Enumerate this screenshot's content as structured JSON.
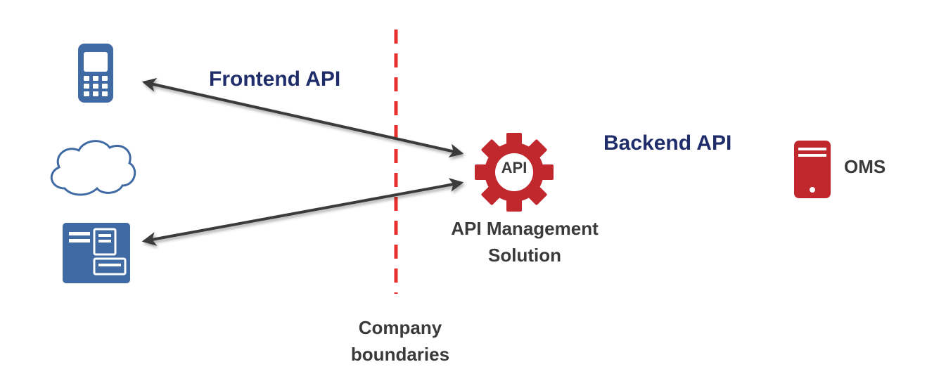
{
  "labels": {
    "frontend_api": "Frontend API",
    "backend_api": "Backend API",
    "oms": "OMS",
    "gear_text": "API",
    "api_management_line1": "API Management",
    "api_management_line2": "Solution",
    "company_line1": "Company",
    "company_line2": "boundaries"
  },
  "colors": {
    "label_blue": "#1f2d6b",
    "label_gray": "#3a3a3a",
    "client_icon_blue": "#3f6aa3",
    "gear_red": "#c0282d",
    "oms_red": "#c0282d",
    "boundary_red": "#e8312f",
    "arrow_gray": "#3a3a3a"
  },
  "icons": {
    "clients": [
      "mobile-phone-icon",
      "cloud-icon",
      "web-portal-icon"
    ],
    "gateway": "gear-icon",
    "backend": "tablet-icon"
  }
}
